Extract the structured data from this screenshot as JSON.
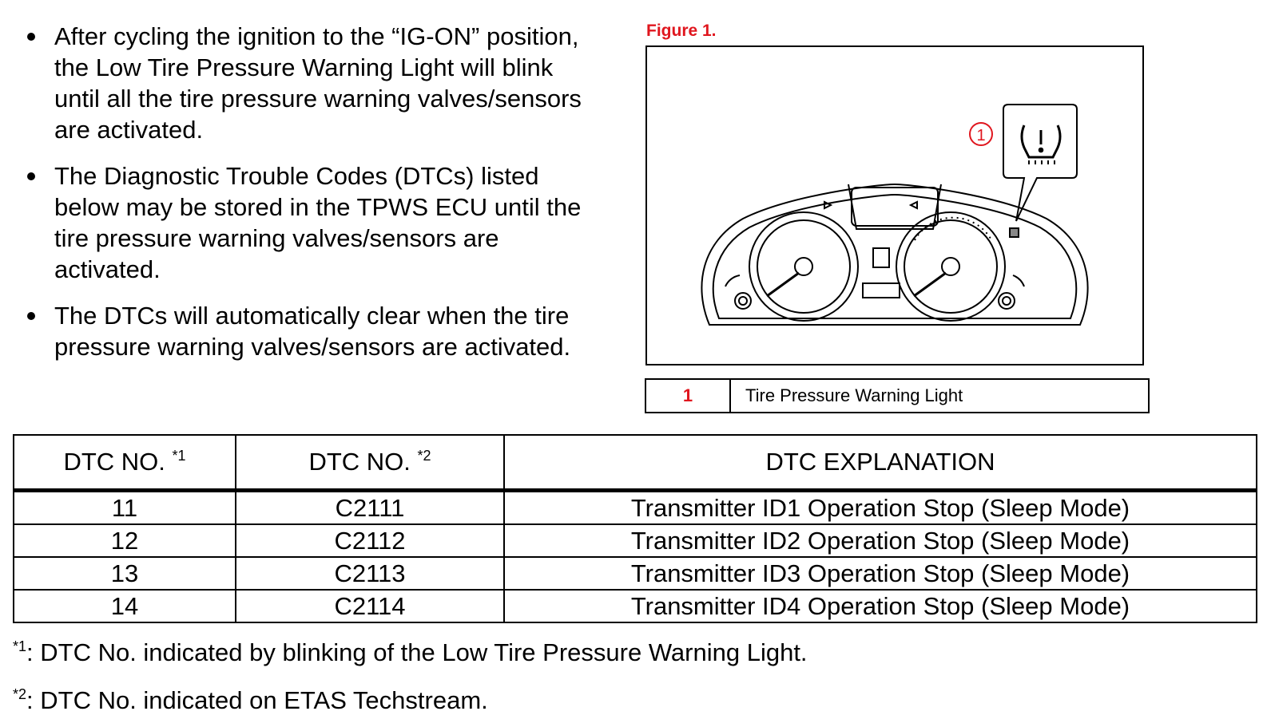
{
  "bullets": [
    "After cycling the ignition to the “IG-ON” position, the Low Tire Pressure Warning Light will blink until all the tire pressure warning valves/sensors are activated.",
    "The Diagnostic Trouble Codes (DTCs) listed below may be stored in the TPWS ECU until the tire pressure warning valves/sensors are activated.",
    "The DTCs will automatically clear when the tire pressure warning valves/sensors are activated."
  ],
  "figure": {
    "caption": "Figure 1.",
    "callout": "1",
    "legend_num": "1",
    "legend_text": "Tire Pressure Warning Light",
    "icons": [
      "instrument-cluster-illustration",
      "tire-pressure-warning-icon"
    ],
    "accent_color": "#e0161e"
  },
  "table": {
    "headers": [
      {
        "text": "DTC NO. ",
        "sup": "*1"
      },
      {
        "text": "DTC NO. ",
        "sup": "*2"
      },
      {
        "text": "DTC EXPLANATION",
        "sup": ""
      }
    ],
    "rows": [
      [
        "11",
        "C2111",
        "Transmitter ID1 Operation Stop (Sleep Mode)"
      ],
      [
        "12",
        "C2112",
        "Transmitter ID2 Operation Stop (Sleep Mode)"
      ],
      [
        "13",
        "C2113",
        "Transmitter ID3 Operation Stop (Sleep Mode)"
      ],
      [
        "14",
        "C2114",
        "Transmitter ID4 Operation Stop (Sleep Mode)"
      ]
    ]
  },
  "footnotes": [
    {
      "sup": "*1",
      "text": ": DTC No. indicated by blinking of the Low Tire Pressure Warning Light."
    },
    {
      "sup": "*2",
      "text": ": DTC No. indicated on ETAS Techstream."
    }
  ]
}
